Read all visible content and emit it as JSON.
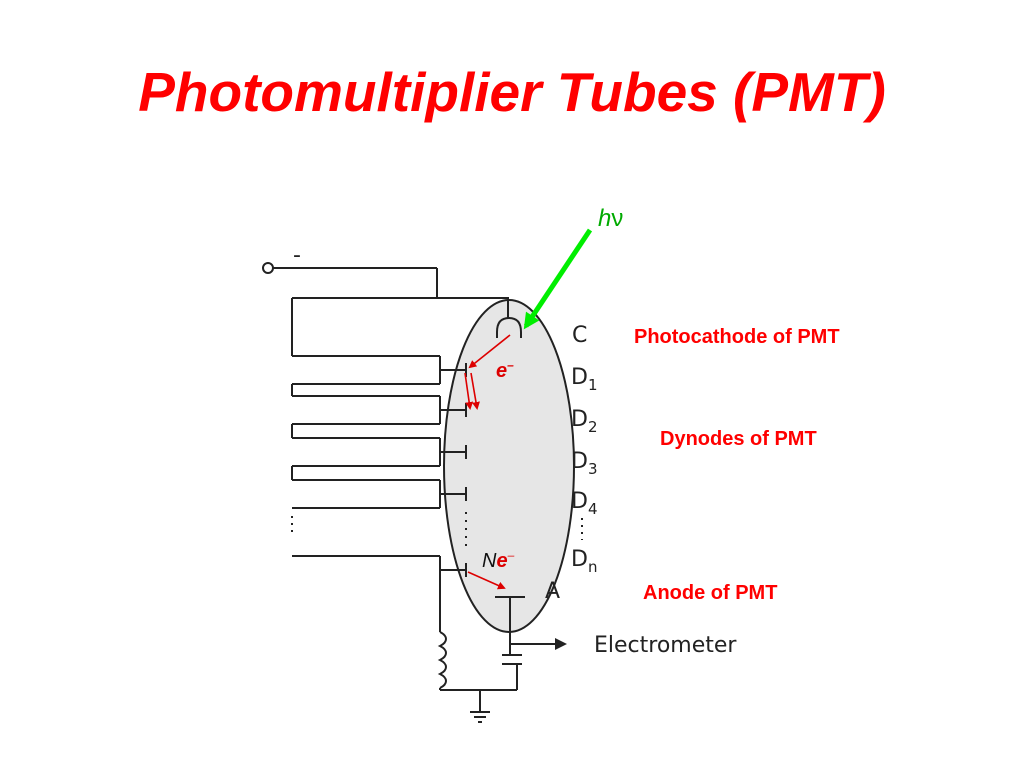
{
  "slide": {
    "title": "Photomultiplier Tubes (PMT)",
    "title_color": "#ff0000"
  },
  "labels": {
    "photocathode": "Photocathode of PMT",
    "dynodes": "Dynodes of PMT",
    "anode": "Anode of PMT",
    "color": "#ff0000"
  },
  "diagram": {
    "photon": {
      "h": "h",
      "nu": "ν",
      "arrow_color": "#00ee00"
    },
    "electron_label": {
      "e": "e",
      "sup": "–"
    },
    "multiplied_label": {
      "n": "N",
      "e": "e",
      "sup": "–"
    },
    "electrode_labels": {
      "cathode": "C",
      "d1_main": "D",
      "d1_sub": "1",
      "d2_main": "D",
      "d2_sub": "2",
      "d3_main": "D",
      "d3_sub": "3",
      "d4_main": "D",
      "d4_sub": "4",
      "dn_main": "D",
      "dn_sub": "n",
      "anode": "A",
      "minus": "-"
    },
    "electrometer": "Electrometer",
    "arrow_color": "#dd0000",
    "tube_fill": "#e6e6e6"
  }
}
